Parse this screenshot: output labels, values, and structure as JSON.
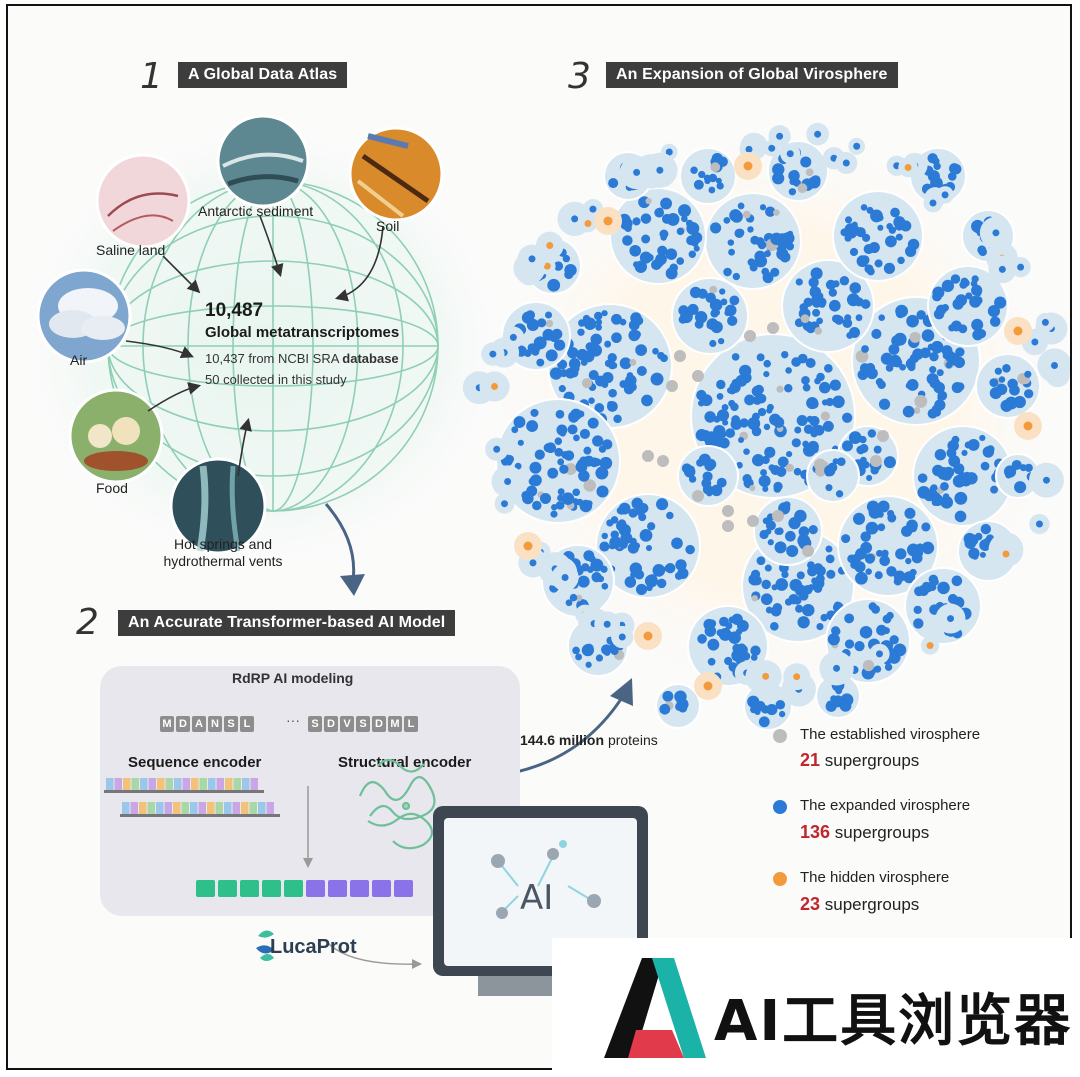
{
  "section1": {
    "number": "1",
    "title": "A Global Data Atlas"
  },
  "section2": {
    "number": "2",
    "title": "An Accurate Transformer-based AI Model"
  },
  "section3": {
    "number": "3",
    "title": "An Expansion of Global Virosphere"
  },
  "atlas": {
    "sources": [
      "Saline land",
      "Antarctic sediment",
      "Soil",
      "Air",
      "Food",
      "Hot springs and",
      "hydrothermal vents"
    ],
    "count": "10,487",
    "count_label": "Global metatranscriptomes",
    "detail1_prefix": "10,437 from NCBI SRA",
    "detail1_bold": "database",
    "detail2": "50 collected in this study"
  },
  "model": {
    "title": "RdRP AI modeling",
    "tokens_left": [
      "M",
      "D",
      "A",
      "N",
      "S",
      "L"
    ],
    "ellipsis": "···",
    "tokens_right": [
      "S",
      "D",
      "V",
      "S",
      "D",
      "M",
      "L"
    ],
    "sequence_encoder": "Sequence encoder",
    "structural_encoder": "Structural encoder",
    "brand": "LucaProt",
    "monitor_label": "AI"
  },
  "flow": {
    "proteins_bold": "144.6 million",
    "proteins_rest": "proteins"
  },
  "legend": [
    {
      "label": "The established virosphere",
      "count": "21",
      "unit": "supergroups",
      "color": "#bdbdbd"
    },
    {
      "label": "The expanded virosphere",
      "count": "136",
      "unit": "supergroups",
      "color": "#2b7bd6"
    },
    {
      "label": "The hidden virosphere",
      "count": "23",
      "unit": "supergroups",
      "color": "#f39a3d"
    }
  ],
  "watermark": {
    "text": "AI工具浏览器"
  },
  "colors": {
    "established": "#bdbdbd",
    "expanded": "#2b7bd6",
    "hidden": "#f39a3d",
    "bubble": "#d6e6f1",
    "highlight": "#c0262d",
    "green_emb": "#2ebf8a",
    "purple_emb": "#8a73e8"
  }
}
